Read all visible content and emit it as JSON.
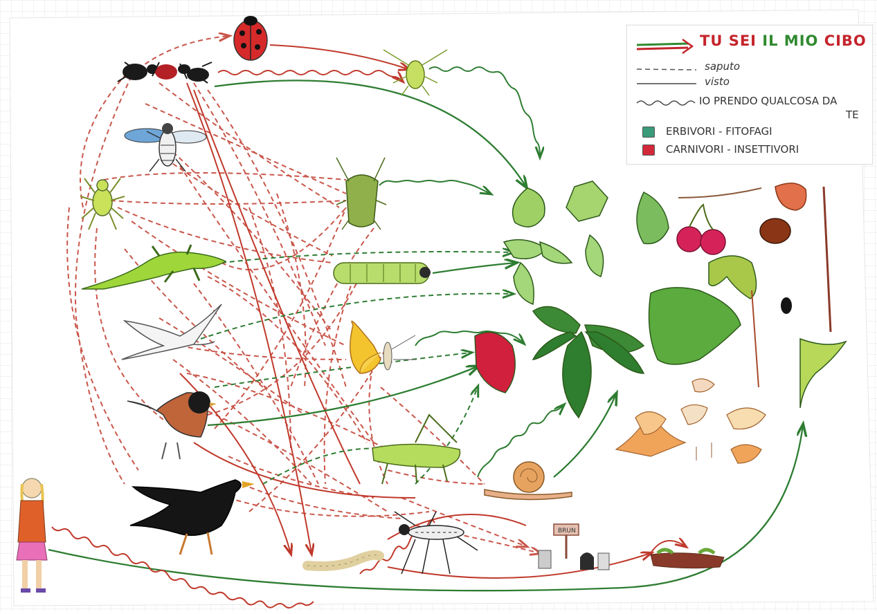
{
  "legend": {
    "title": {
      "part1": "TU SEI",
      "part2": "IL MIO",
      "part3": "CIBO"
    },
    "items": {
      "dashed": "saputo",
      "solid": "visto",
      "wavy": "IO PRENDO QUALCOSA DA",
      "wavy_end": "TE"
    },
    "categories": {
      "herbivores": "ERBIVORI - FITOFAGI",
      "carnivores": "CARNIVORI - INSETTIVORI"
    }
  },
  "colors": {
    "red": "#c4242b",
    "green": "#2f8a2f",
    "herbivore_swatch": "#3a9b7a",
    "carnivore_swatch": "#d3283a"
  },
  "sign": {
    "text": "BRUN"
  }
}
